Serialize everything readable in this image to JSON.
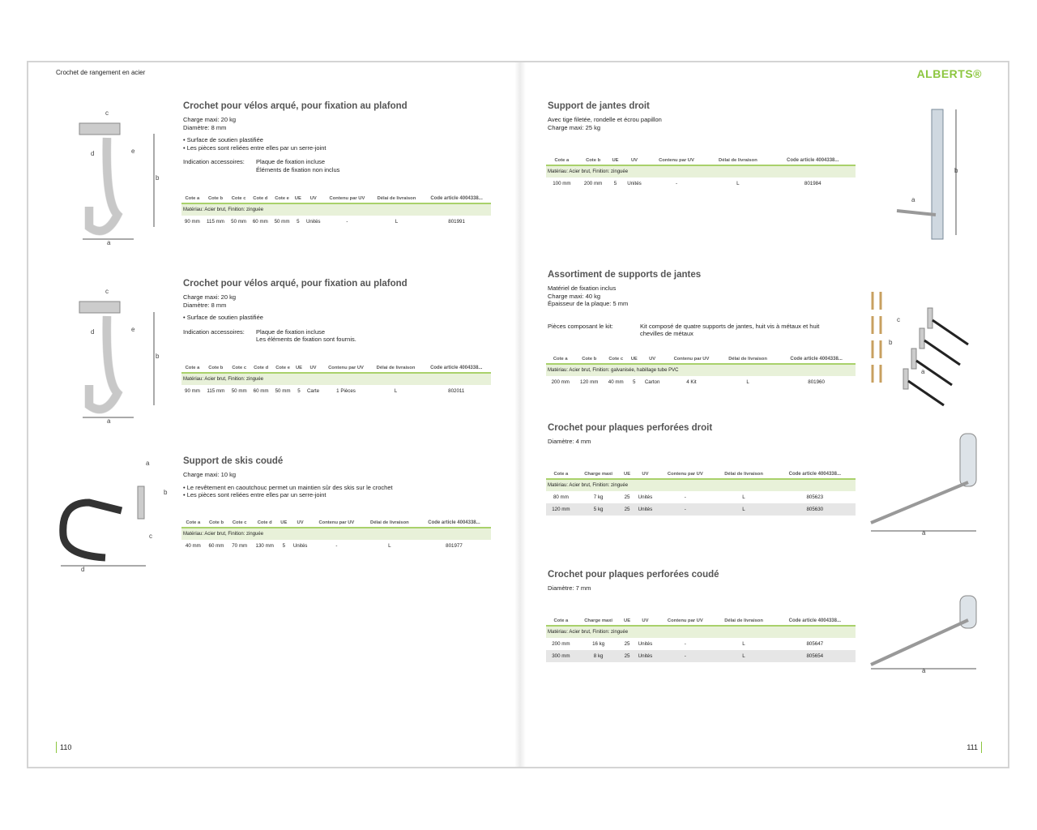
{
  "running_head": "Crochet de rangement en acier",
  "logo": "ALBERTS®",
  "page_left": "110",
  "page_right": "111",
  "sections": [
    {
      "title": "Crochet pour vélos arqué, pour fixation au plafond",
      "desc": "Charge maxi: 20 kg\nDiamètre: 8 mm",
      "bullets": "• Surface de soutien plastifiée\n• Les pièces sont reliées entre elles par un serre-joint",
      "acc_key": "Indication accessoires:",
      "acc_val": "Plaque de fixation incluse\nÉléments de fixation non inclus",
      "headers": [
        "Cote a",
        "Cote b",
        "Cote c",
        "Cote d",
        "Cote e",
        "UE",
        "UV",
        "Contenu par UV",
        "Délai de livraison",
        "Code article 4004338..."
      ],
      "material": "Matériau: Acier brut, Finition: zinguée",
      "rows": [
        [
          "90 mm",
          "115 mm",
          "50 mm",
          "60 mm",
          "50 mm",
          "5",
          "Unités",
          "-",
          "L",
          "801991"
        ]
      ],
      "img_labels": [
        "c",
        "d",
        "e",
        "b",
        "a"
      ]
    },
    {
      "title": "Crochet pour vélos arqué, pour fixation au plafond",
      "desc": "Charge maxi: 20 kg\nDiamètre: 8 mm",
      "bullets": "• Surface de soutien plastifiée",
      "acc_key": "Indication accessoires:",
      "acc_val": "Plaque de fixation incluse\nLes éléments de fixation sont fournis.",
      "headers": [
        "Cote a",
        "Cote b",
        "Cote c",
        "Cote d",
        "Cote e",
        "UE",
        "UV",
        "Contenu par UV",
        "Délai de livraison",
        "Code article 4004338..."
      ],
      "material": "Matériau: Acier brut, Finition: zinguée",
      "rows": [
        [
          "90 mm",
          "115 mm",
          "50 mm",
          "60 mm",
          "50 mm",
          "5",
          "Carte",
          "1 Pièces",
          "L",
          "802011"
        ]
      ],
      "img_labels": [
        "c",
        "d",
        "e",
        "b",
        "a"
      ]
    },
    {
      "title": "Support de skis coudé",
      "desc": "Charge maxi: 10 kg",
      "bullets": "• Le revêtement en caoutchouc permet un maintien sûr des skis sur le crochet\n• Les pièces sont reliées entre elles par un serre-joint",
      "headers": [
        "Cote a",
        "Cote b",
        "Cote c",
        "Cote d",
        "UE",
        "UV",
        "Contenu par UV",
        "Délai de livraison",
        "Code article 4004338..."
      ],
      "material": "Matériau: Acier brut, Finition: zinguée",
      "rows": [
        [
          "40 mm",
          "60 mm",
          "70 mm",
          "130 mm",
          "5",
          "Unités",
          "-",
          "L",
          "801977"
        ]
      ],
      "img_labels": [
        "a",
        "b",
        "c",
        "d"
      ]
    },
    {
      "title": "Support de jantes droit",
      "desc": "Avec tige filetée, rondelle et écrou papillon\nCharge maxi: 25 kg",
      "headers": [
        "Cote a",
        "Cote b",
        "UE",
        "UV",
        "Contenu par UV",
        "Délai de livraison",
        "Code article 4004338..."
      ],
      "material": "Matériau: Acier brut, Finition: zinguée",
      "rows": [
        [
          "100 mm",
          "200 mm",
          "5",
          "Unités",
          "-",
          "L",
          "801984"
        ]
      ],
      "img_labels": [
        "a",
        "b"
      ]
    },
    {
      "title": "Assortiment de supports de jantes",
      "desc": "Matériel de fixation inclus\nCharge maxi: 40 kg\nÉpaisseur de la plaque: 5 mm",
      "acc_key": "Pièces composant le kit:",
      "acc_val": "Kit composé de quatre supports de jantes, huit vis à métaux et huit\nchevilles de métaux",
      "headers": [
        "Cote a",
        "Cote b",
        "Cote c",
        "UE",
        "UV",
        "Contenu par UV",
        "Délai de livraison",
        "Code article 4004338..."
      ],
      "material": "Matériau: Acier brut, Finition: galvanisée, habillage tube PVC",
      "rows": [
        [
          "200 mm",
          "120 mm",
          "40 mm",
          "5",
          "Carton",
          "4 Kit",
          "L",
          "801960"
        ]
      ],
      "img_labels": [
        "c",
        "b",
        "a"
      ]
    },
    {
      "title": "Crochet pour plaques perforées droit",
      "desc": "Diamètre: 4 mm",
      "headers": [
        "Cote a",
        "Charge maxi",
        "UE",
        "UV",
        "Contenu par UV",
        "Délai de livraison",
        "Code article 4004338..."
      ],
      "material": "Matériau: Acier brut, Finition: zinguée",
      "rows": [
        [
          "80 mm",
          "7 kg",
          "25",
          "Unités",
          "-",
          "L",
          "805623"
        ],
        [
          "120 mm",
          "5 kg",
          "25",
          "Unités",
          "-",
          "L",
          "805630"
        ]
      ],
      "img_labels": [
        "a"
      ]
    },
    {
      "title": "Crochet pour plaques perforées coudé",
      "desc": "Diamètre: 7 mm",
      "headers": [
        "Cote a",
        "Charge maxi",
        "UE",
        "UV",
        "Contenu par UV",
        "Délai de livraison",
        "Code article 4004338..."
      ],
      "material": "Matériau: Acier brut, Finition: zinguée",
      "rows": [
        [
          "200 mm",
          "16 kg",
          "25",
          "Unités",
          "-",
          "L",
          "805647"
        ],
        [
          "300 mm",
          "8 kg",
          "25",
          "Unités",
          "-",
          "L",
          "805654"
        ]
      ],
      "img_labels": [
        "a"
      ]
    }
  ]
}
